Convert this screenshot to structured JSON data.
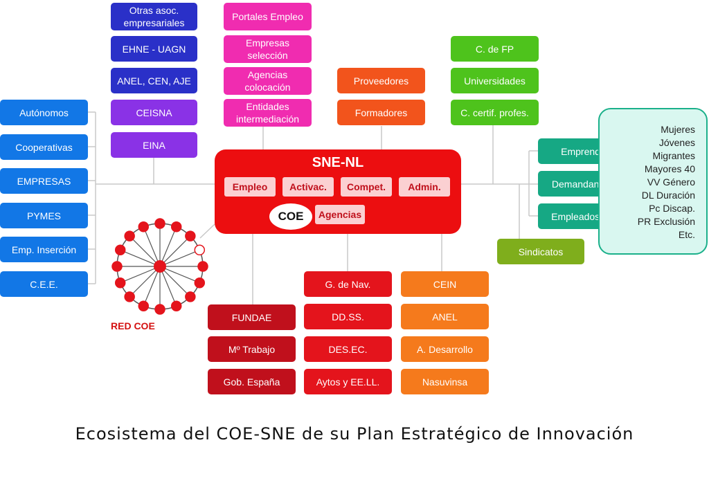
{
  "hub": {
    "title": "SNE-NL",
    "functions": [
      "Empleo",
      "Activac.",
      "Compet.",
      "Admin."
    ],
    "coe": "COE",
    "agencias": "Agencias"
  },
  "left": [
    "Autónomos",
    "Cooperativas",
    "EMPRESAS",
    "PYMES",
    "Emp. Inserción",
    "C.E.E."
  ],
  "assoc": [
    "Otras asoc. empresariales",
    "EHNE - UAGN",
    "ANEL, CEN, AJE",
    "CEISNA",
    "EINA"
  ],
  "intermed": [
    "Portales Empleo",
    "Empresas selección",
    "Agencias colocación",
    "Entidades intermediación"
  ],
  "providers": [
    "Proveedores",
    "Formadores"
  ],
  "education": [
    "C. de FP",
    "Universidades",
    "C. certif. profes."
  ],
  "people": [
    "Emprend.",
    "Demandantes",
    "Empleados/as"
  ],
  "union": "Sindicatos",
  "profiles": [
    "Mujeres",
    "Jóvenes",
    "Migrantes",
    "Mayores 40",
    "VV Género",
    "DL Duración",
    "Pc Discap.",
    "PR Exclusión",
    "Etc."
  ],
  "national": [
    "FUNDAE",
    "Mº Trabajo",
    "Gob. España"
  ],
  "regional": [
    "G. de Nav.",
    "DD.SS.",
    "DES.EC.",
    "Aytos y EE.LL."
  ],
  "dev": [
    "CEIN",
    "ANEL",
    "A. Desarrollo",
    "Nasuvinsa"
  ],
  "network_label": "RED COE",
  "caption": "Ecosistema del COE-SNE de su Plan Estratégico de Innovación",
  "colors": {
    "hub": "#ec0e10",
    "left": "#1277e6",
    "assoc_top": "#2a30c8",
    "assoc_bottom": "#8a32e6",
    "intermed": "#f02cb0",
    "providers": "#f2541c",
    "education": "#4ec31c",
    "people": "#16a884",
    "union": "#7fae1c",
    "national": "#c0101c",
    "regional": "#e4141c",
    "dev": "#f57a1c",
    "profiles_bg": "#d9f7f0"
  }
}
